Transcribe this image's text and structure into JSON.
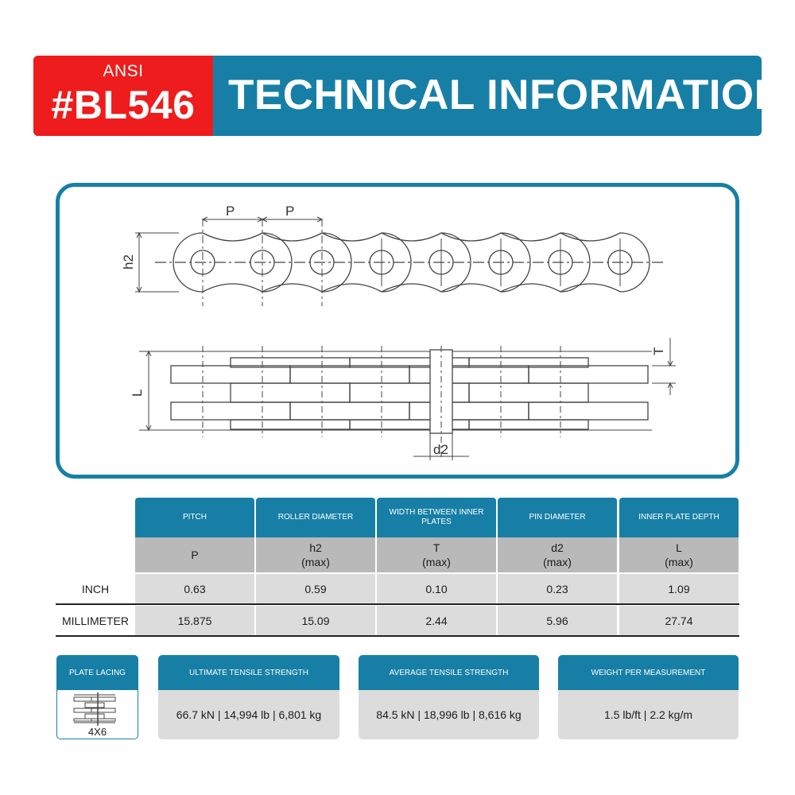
{
  "header": {
    "standard": "ANSI",
    "model": "#BL546",
    "title": "TECHNICAL INFORMATION"
  },
  "diagram": {
    "pitch_label": "P",
    "height_label": "h2",
    "width_label": "L",
    "thickness_label": "T",
    "pin_label": "d2"
  },
  "specs": {
    "columns": [
      {
        "name": "PITCH",
        "symbol": "P",
        "qualifier": ""
      },
      {
        "name": "ROLLER DIAMETER",
        "symbol": "h2",
        "qualifier": "(max)"
      },
      {
        "name": "WIDTH BETWEEN INNER PLATES",
        "symbol": "T",
        "qualifier": "(max)"
      },
      {
        "name": "PIN DIAMETER",
        "symbol": "d2",
        "qualifier": "(max)"
      },
      {
        "name": "INNER PLATE DEPTH",
        "symbol": "L",
        "qualifier": "(max)"
      }
    ],
    "rows": [
      {
        "label": "INCH",
        "values": [
          "0.63",
          "0.59",
          "0.10",
          "0.23",
          "1.09"
        ]
      },
      {
        "label": "MILLIMETER",
        "values": [
          "15.875",
          "15.09",
          "2.44",
          "5.96",
          "27.74"
        ]
      }
    ]
  },
  "cards": {
    "plate_lacing": {
      "title": "PLATE LACING",
      "value": "4X6"
    },
    "ultimate_tensile": {
      "title": "ULTIMATE TENSILE STRENGTH",
      "value": "66.7 kN | 14,994 lb | 6,801 kg"
    },
    "average_tensile": {
      "title": "AVERAGE TENSILE STRENGTH",
      "value": "84.5 kN | 18,996 lb | 8,616 kg"
    },
    "weight": {
      "title": "WEIGHT PER MEASUREMENT",
      "value": "1.5 lb/ft | 2.2 kg/m"
    }
  },
  "colors": {
    "brand_blue": "#177fa6",
    "brand_red": "#ee1c1c",
    "symbol_row": "#b9b9b9",
    "value_row": "#dcdcdc"
  }
}
